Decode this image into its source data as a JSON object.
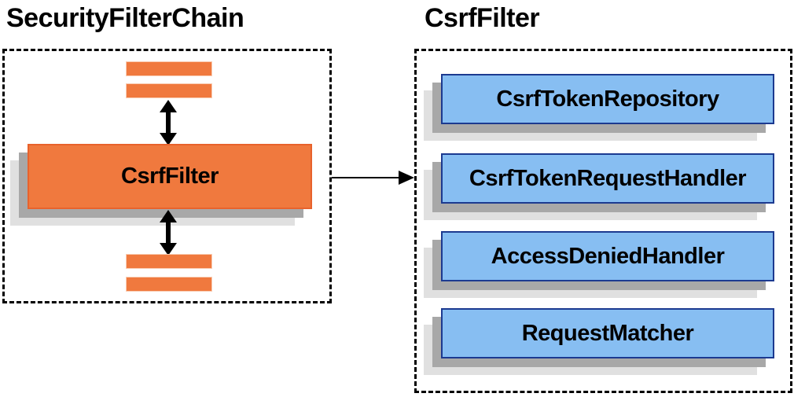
{
  "left_panel": {
    "title": "SecurityFilterChain",
    "filter_box_label": "CsrfFilter"
  },
  "right_panel": {
    "title": "CsrfFilter",
    "components": [
      {
        "label": "CsrfTokenRepository"
      },
      {
        "label": "CsrfTokenRequestHandler"
      },
      {
        "label": "AccessDeniedHandler"
      },
      {
        "label": "RequestMatcher"
      }
    ]
  },
  "icons": {
    "up_down_arrow": "bidirectional-arrow-icon",
    "right_arrow": "flow-arrow-icon"
  },
  "colors": {
    "orange": "#F0793E",
    "orange-border": "#E8622C",
    "bar-border": "#F9CDB4",
    "blue": "#87BEF2",
    "blue-border": "#1C3A90",
    "shadow-dark": "#A8A8A8",
    "shadow-light": "#E0E0E0",
    "arrow": "#000000",
    "dash": "#000000",
    "text": "#000000"
  }
}
